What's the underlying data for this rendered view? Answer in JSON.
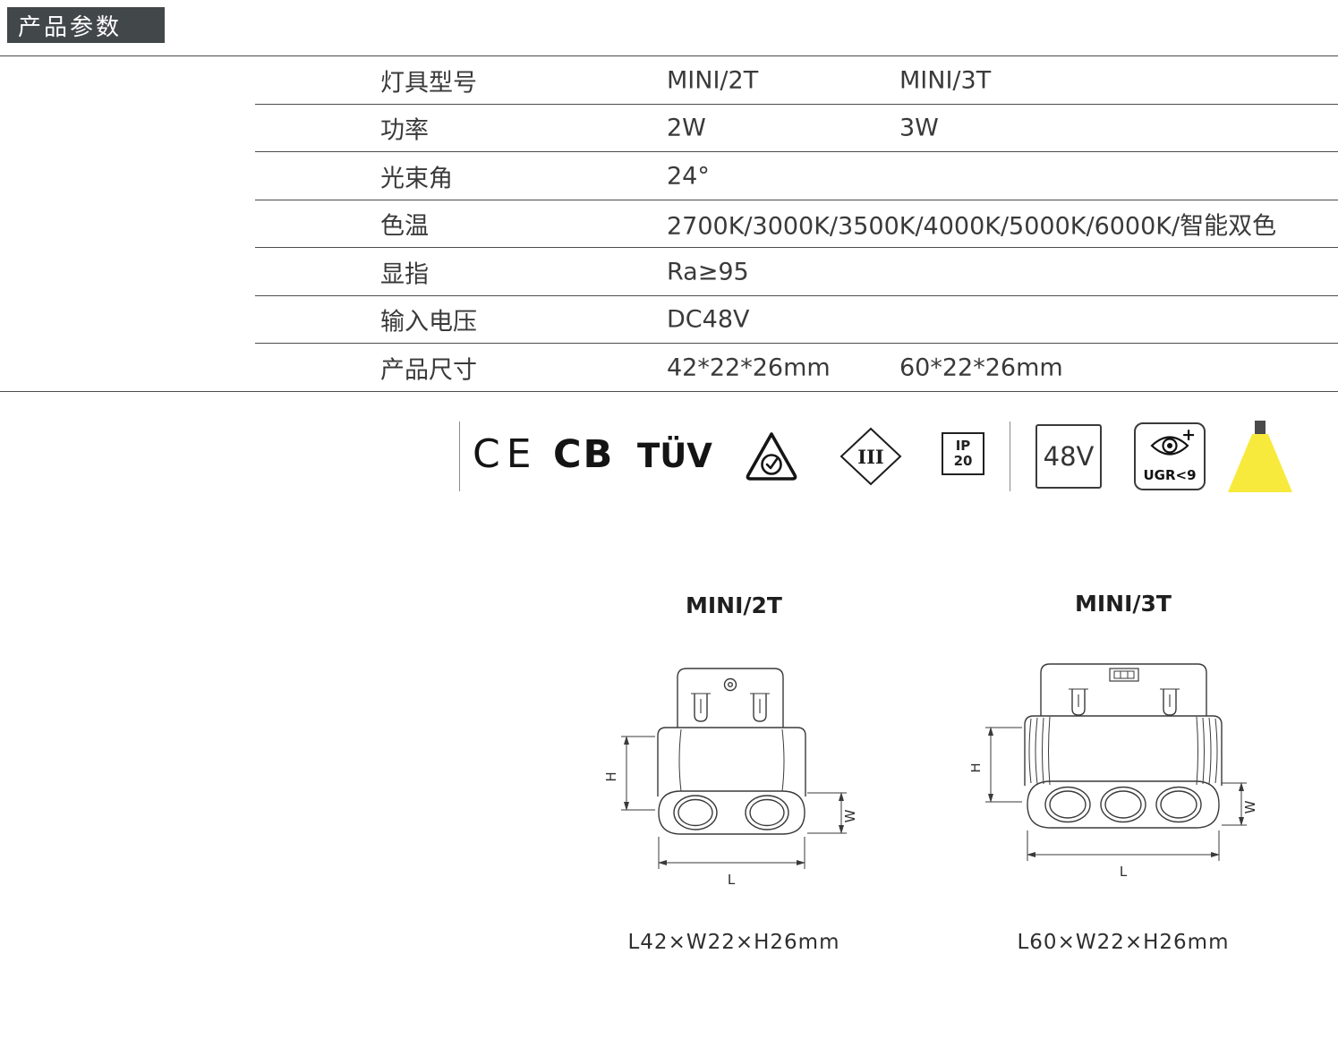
{
  "header": {
    "badge": "产品参数"
  },
  "colors": {
    "badge_bg": "#42474a",
    "table_line": "#4c4c4c",
    "beam_yellow": "#f7ea3c",
    "text": "#3a3a3a"
  },
  "spec_table": {
    "rows": [
      {
        "label": "灯具型号",
        "value1": "MINI/2T",
        "value2": "MINI/3T"
      },
      {
        "label": "功率",
        "value1": "2W",
        "value2": "3W"
      },
      {
        "label": "光束角",
        "value1": "24°",
        "value2": ""
      },
      {
        "label": "色温",
        "value1": "2700K/3000K/3500K/4000K/5000K/6000K/智能双色",
        "value2": ""
      },
      {
        "label": "显指",
        "value1": "Ra≥95",
        "value2": ""
      },
      {
        "label": "输入电压",
        "value1": "DC48V",
        "value2": ""
      },
      {
        "label": "产品尺寸",
        "value1": "42*22*26mm",
        "value2": "60*22*26mm"
      }
    ]
  },
  "certifications": {
    "ce_label": "CE",
    "cb_label": "CB",
    "tuv_label": "TÜV",
    "rcm_icon": "rcm-triangle-check-icon",
    "class3_label": "III",
    "ip_line1": "IP",
    "ip_line2": "20",
    "voltage_label": "48V",
    "ugr_plus": "+",
    "ugr_label": "UGR<9",
    "beam_icon": "light-beam-icon"
  },
  "diagrams": [
    {
      "title": "MINI/2T",
      "dim_h": "H",
      "dim_w": "W",
      "dim_l": "L",
      "caption": "L42×W22×H26mm"
    },
    {
      "title": "MINI/3T",
      "dim_h": "H",
      "dim_w": "W",
      "dim_l": "L",
      "caption": "L60×W22×H26mm"
    }
  ]
}
